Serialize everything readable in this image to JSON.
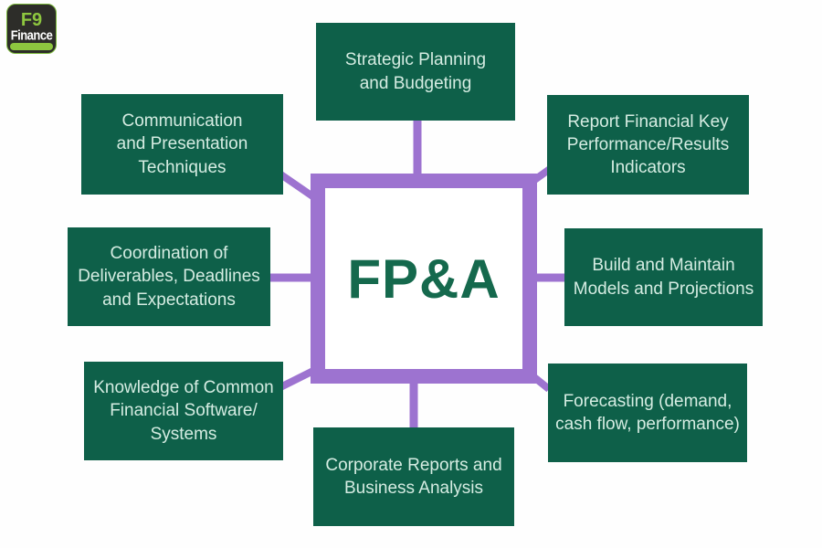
{
  "logo": {
    "top_text": "F9",
    "bottom_text": "Finance"
  },
  "center": {
    "label": "FP&A"
  },
  "nodes": [
    {
      "id": "strategic-planning",
      "position": "top",
      "label": "Strategic Planning\nand Budgeting"
    },
    {
      "id": "communication",
      "position": "top-left",
      "label": "Communication\nand Presentation\nTechniques"
    },
    {
      "id": "report-kpi",
      "position": "top-right",
      "label": "Report Financial Key\nPerformance/Results\nIndicators"
    },
    {
      "id": "coordination",
      "position": "left",
      "label": "Coordination of\nDeliverables, Deadlines\nand Expectations"
    },
    {
      "id": "build-models",
      "position": "right",
      "label": "Build and Maintain\nModels and Projections"
    },
    {
      "id": "software-knowledge",
      "position": "bottom-left",
      "label": "Knowledge of Common\nFinancial Software/\nSystems"
    },
    {
      "id": "forecasting",
      "position": "bottom-right",
      "label": "Forecasting (demand,\ncash flow, performance)"
    },
    {
      "id": "corporate-reports",
      "position": "bottom",
      "label": "Corporate Reports and\nBusiness Analysis"
    }
  ],
  "edges": [
    {
      "from": "FP&A",
      "to": "Strategic Planning and Budgeting"
    },
    {
      "from": "FP&A",
      "to": "Communication and Presentation Techniques"
    },
    {
      "from": "FP&A",
      "to": "Report Financial Key Performance/Results Indicators"
    },
    {
      "from": "FP&A",
      "to": "Coordination of Deliverables, Deadlines and Expectations"
    },
    {
      "from": "FP&A",
      "to": "Build and Maintain Models and Projections"
    },
    {
      "from": "FP&A",
      "to": "Knowledge of Common Financial Software/Systems"
    },
    {
      "from": "FP&A",
      "to": "Forecasting (demand, cash flow, performance)"
    },
    {
      "from": "FP&A",
      "to": "Corporate Reports and Business Analysis"
    }
  ],
  "colors": {
    "node_green": "#0e6049",
    "node_text": "#d5ece2",
    "connector_purple": "#9d73d0",
    "center_text_green": "#15694d",
    "logo_dark": "#2d2d29",
    "logo_green": "#8dc63f",
    "background": "#fefefe"
  }
}
